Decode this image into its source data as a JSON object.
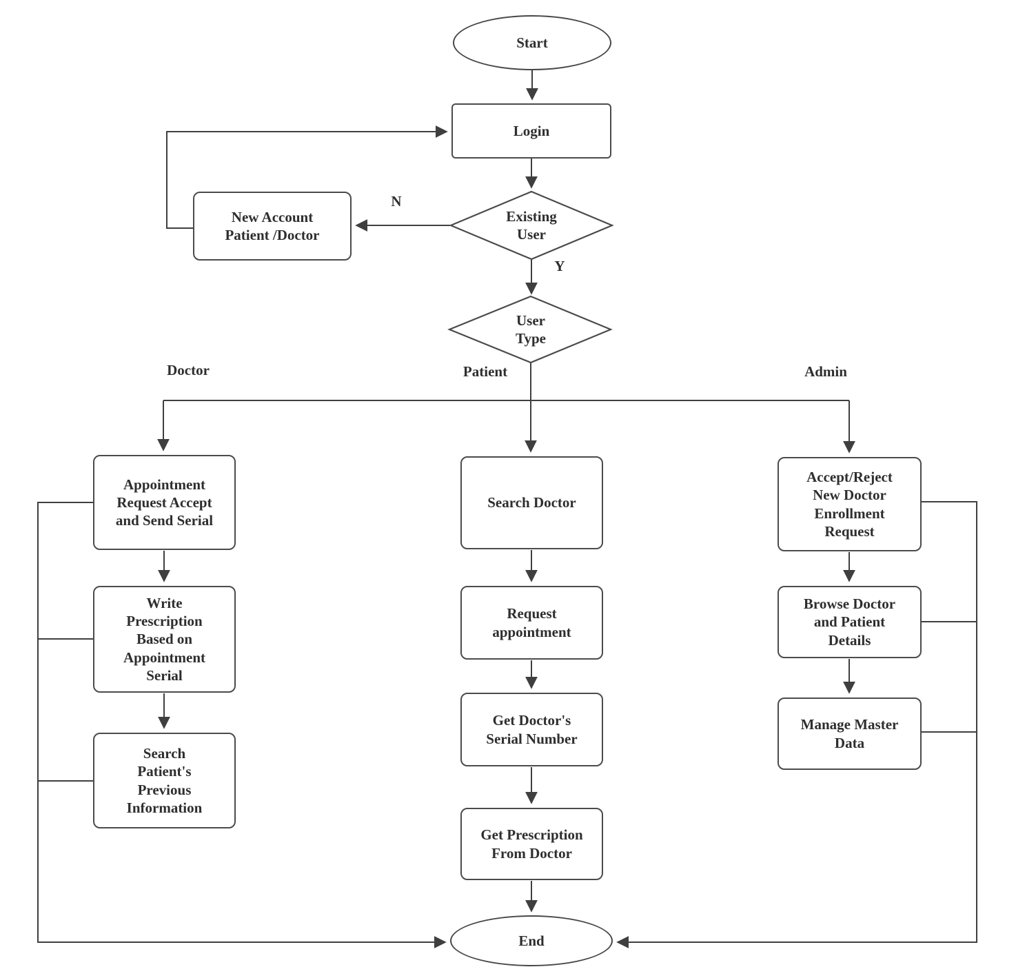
{
  "flowchart": {
    "background": "#ffffff",
    "stroke_color": "#3f3f3f",
    "text_color": "#2e2e2e",
    "nodes": {
      "start": "Start",
      "login": "Login",
      "existing_user": "Existing\nUser",
      "new_account": "New Account\nPatient /Doctor",
      "user_type": "User\nType",
      "doctor_step_1": "Appointment\nRequest Accept\nand Send Serial",
      "doctor_step_2": "Write\nPrescription\nBased on\nAppointment\nSerial",
      "doctor_step_3": "Search\nPatient's\nPrevious\nInformation",
      "patient_step_1": "Search Doctor",
      "patient_step_2": "Request\nappointment",
      "patient_step_3": "Get Doctor's\nSerial Number",
      "patient_step_4": "Get Prescription\nFrom Doctor",
      "admin_step_1": "Accept/Reject\nNew Doctor\nEnrollment\nRequest",
      "admin_step_2": "Browse Doctor\nand Patient\nDetails",
      "admin_step_3": "Manage Master\nData",
      "end": "End"
    },
    "edge_labels": {
      "no": "N",
      "yes": "Y"
    },
    "branch_labels": {
      "doctor": "Doctor",
      "patient": "Patient",
      "admin": "Admin"
    }
  }
}
